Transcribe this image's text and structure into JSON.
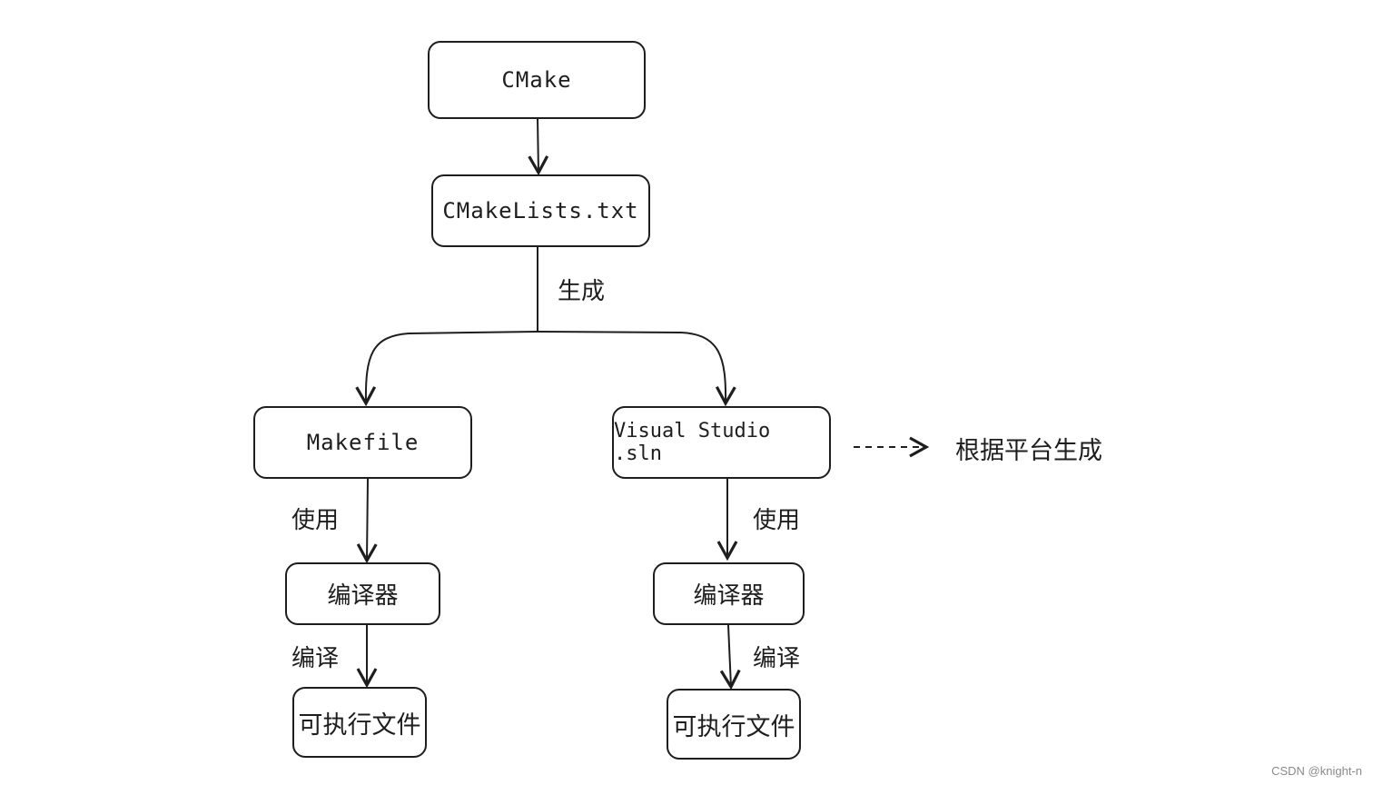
{
  "nodes": {
    "cmake": "CMake",
    "cmakelists": "CMakeLists.txt",
    "makefile": "Makefile",
    "vs_sln": "Visual Studio .sln",
    "compiler_left": "编译器",
    "compiler_right": "编译器",
    "exe_left": "可执行文件",
    "exe_right": "可执行文件"
  },
  "edge_labels": {
    "generate": "生成",
    "use_left": "使用",
    "use_right": "使用",
    "compile_left": "编译",
    "compile_right": "编译",
    "platform_note": "根据平台生成"
  },
  "watermark": "CSDN @knight-n",
  "colors": {
    "stroke": "#1e1e1e",
    "background": "#ffffff"
  }
}
